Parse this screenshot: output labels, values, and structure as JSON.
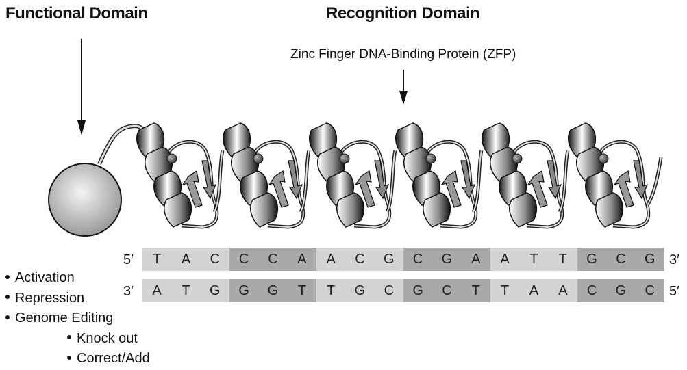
{
  "titles": {
    "functional": "Functional Domain",
    "recognition": "Recognition Domain"
  },
  "zfp_label": "Zinc Finger DNA-Binding Protein (ZFP)",
  "zinc_finger_count": 6,
  "colors": {
    "light": "#d3d3d3",
    "dark": "#a9a9a9"
  },
  "dna": {
    "top": {
      "left_end": "5′",
      "right_end": "3′",
      "bases": [
        "T",
        "A",
        "C",
        "C",
        "C",
        "A",
        "A",
        "C",
        "G",
        "C",
        "G",
        "A",
        "A",
        "T",
        "T",
        "G",
        "C",
        "G"
      ]
    },
    "bottom": {
      "left_end": "3′",
      "right_end": "5′",
      "bases": [
        "A",
        "T",
        "G",
        "G",
        "G",
        "T",
        "T",
        "G",
        "C",
        "G",
        "C",
        "T",
        "T",
        "A",
        "A",
        "C",
        "G",
        "C"
      ]
    },
    "shading": [
      "light",
      "light",
      "light",
      "dark",
      "dark",
      "dark",
      "light",
      "light",
      "light",
      "dark",
      "dark",
      "dark",
      "light",
      "light",
      "light",
      "dark",
      "dark",
      "dark"
    ]
  },
  "functions": {
    "items": [
      "Activation",
      "Repression",
      "Genome Editing"
    ],
    "sub_items": [
      "Knock out",
      "Correct/Add"
    ]
  }
}
